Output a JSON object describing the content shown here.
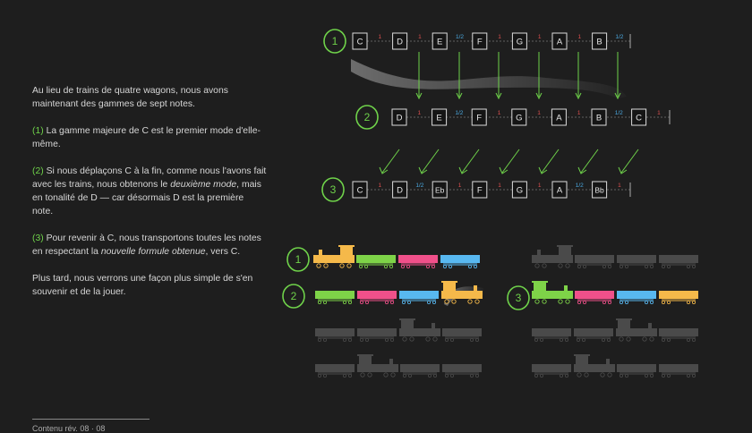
{
  "paragraphs": {
    "p1": "Au lieu de trains de quatre wagons, nous avons maintenant des gammes de sept notes.",
    "p2_num": "(1)",
    "p2_text": " La gamme majeure de C est le premier mode d'elle-même.",
    "p3_num": "(2)",
    "p3_a": " Si nous déplaçons C à la fin, comme nous l'avons fait avec les trains, nous obtenons le ",
    "p3_em1": "deuxième mode",
    "p3_b": ", mais en tonalité de D — car désormais D est la première note.",
    "p4_num": "(3)",
    "p4_a": " Pour revenir à C, nous transportons toutes les notes en respectant la ",
    "p4_em": "nouvelle formule obtenue",
    "p4_b": ", vers C.",
    "p5": "Plus tard, nous verrons une façon plus simple de s'en souvenir et de la jouer."
  },
  "footer_text": "Contenu rév. 08 · 08",
  "scales": {
    "row1": {
      "label": "1",
      "notes": [
        "C",
        "D",
        "E",
        "F",
        "G",
        "A",
        "B"
      ],
      "intervals": [
        "1",
        "1",
        "1/2",
        "1",
        "1",
        "1",
        "1/2"
      ]
    },
    "row2": {
      "label": "2",
      "notes": [
        "D",
        "E",
        "F",
        "G",
        "A",
        "B",
        "C"
      ],
      "intervals": [
        "1",
        "1/2",
        "1",
        "1",
        "1",
        "1/2",
        "1"
      ]
    },
    "row3": {
      "label": "3",
      "notes": [
        "C",
        "D",
        "Eb",
        "F",
        "G",
        "A",
        "Bb"
      ],
      "intervals": [
        "1",
        "1/2",
        "1",
        "1",
        "1",
        "1/2",
        "1"
      ]
    }
  },
  "colors": {
    "accent_green": "#6fd24a",
    "half_step_blue": "#4aa8e0",
    "whole_step_red": "#e05050",
    "wagon_yellow": "#f5b94a",
    "wagon_green": "#7ed348",
    "wagon_pink": "#f0508a",
    "wagon_blue": "#58b8f0",
    "ghost_gray": "#4a4a4a"
  },
  "trains_left": {
    "label_1": "1",
    "label_2": "2"
  },
  "trains_right": {
    "label_3": "3"
  }
}
